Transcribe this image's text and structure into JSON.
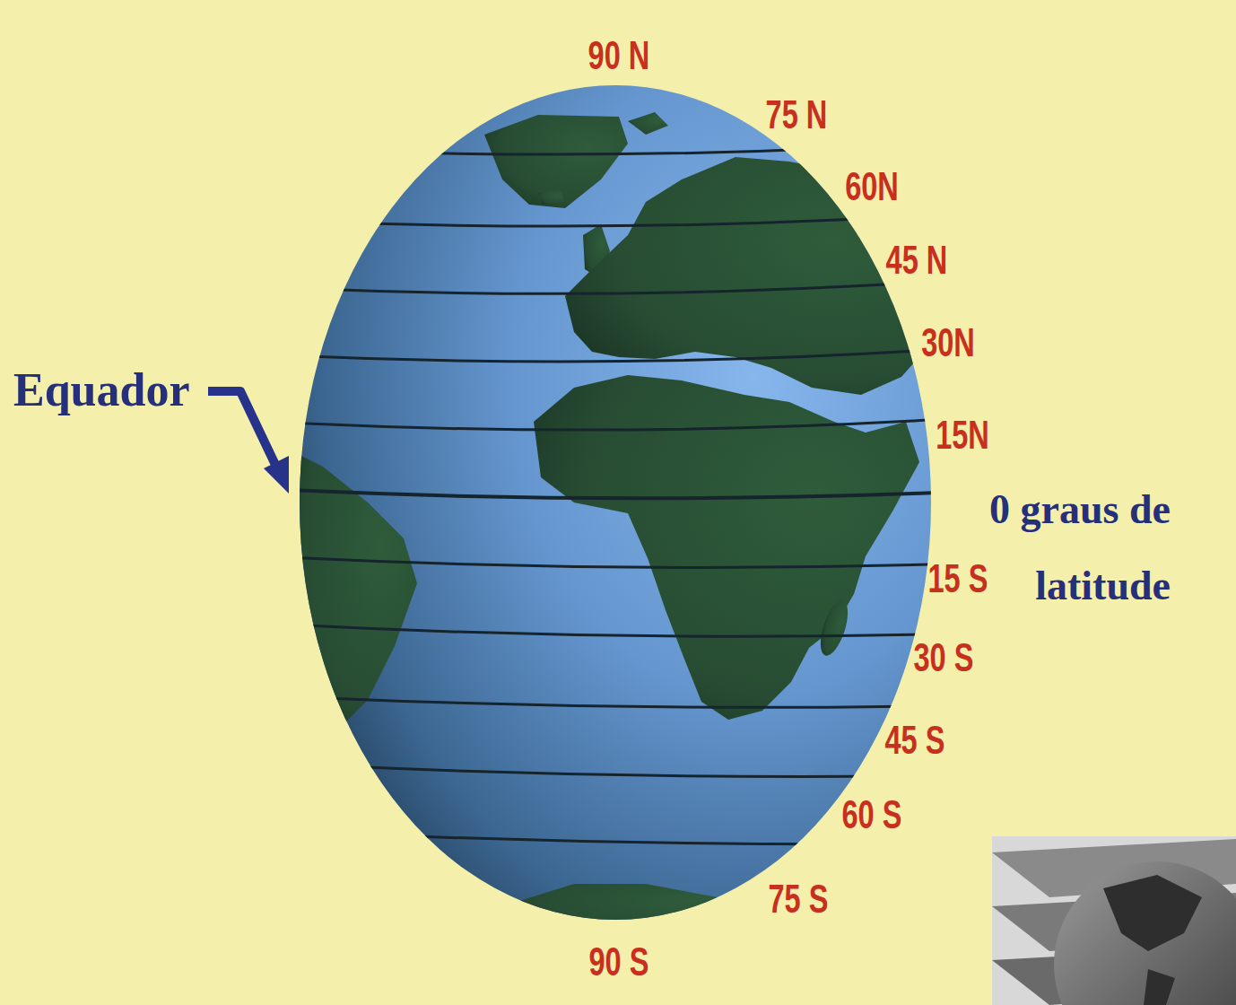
{
  "diagram": {
    "labels": [
      "90 N",
      "75 N",
      "60N",
      "45 N",
      "30N",
      "15N",
      "0 graus de latitude",
      "15 S",
      "30 S",
      "45 S",
      "60 S",
      "75 S",
      "90 S",
      "Equador"
    ]
  }
}
